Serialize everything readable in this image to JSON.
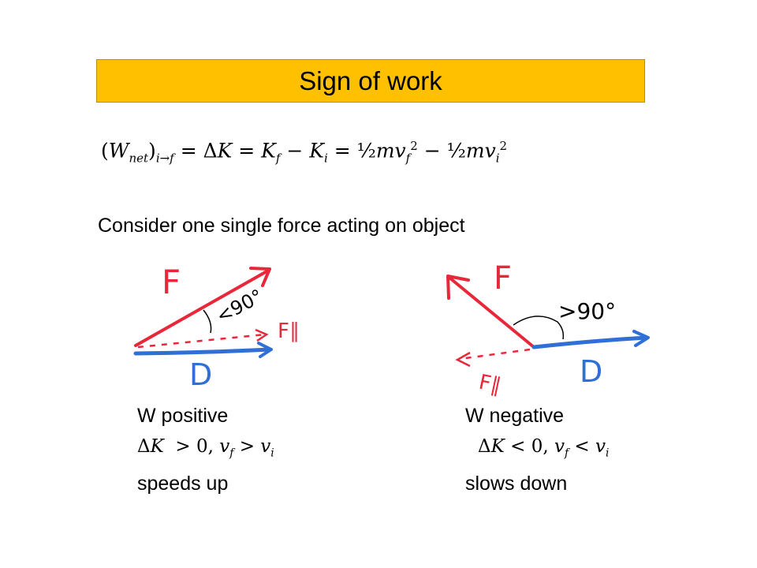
{
  "title": "Sign of work",
  "equation": "(W_net)_i→f = ΔK = K_f − K_i = ½mv_f² − ½mv_i²",
  "subtitle": "Consider one single force acting on object",
  "left_sketch": {
    "force_label": "F",
    "angle_label": "<90°",
    "parallel_label": "F∥",
    "displacement_label": "D"
  },
  "right_sketch": {
    "force_label": "F",
    "angle_label": ">90°",
    "parallel_label": "F∥",
    "displacement_label": "D"
  },
  "left_case": {
    "line1": "W positive",
    "line2": "ΔK > 0, v_f > v_i",
    "line3": "speeds up"
  },
  "right_case": {
    "line1": "W negative",
    "line2": "ΔK < 0, v_f < v_i",
    "line3": "slows down"
  },
  "colors": {
    "title_bg": "#ffc000",
    "force": "#e8273a",
    "displacement": "#2f6fd6"
  }
}
